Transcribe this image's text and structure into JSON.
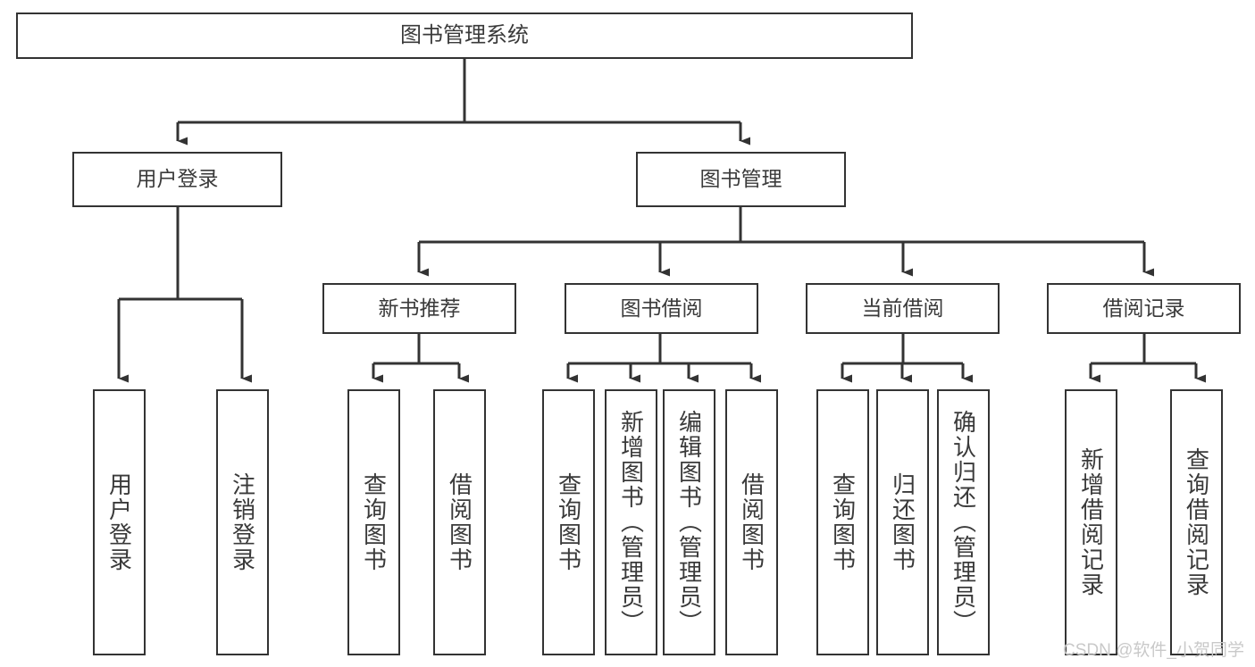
{
  "diagram": {
    "type": "tree-hierarchy-chart",
    "title": "图书管理系统",
    "line_color": "#333333",
    "box_fill": "#ffffff",
    "text_color": "#3a3a3a"
  },
  "nodes": {
    "root": {
      "label": "图书管理系统",
      "level": 1
    },
    "level2": [
      {
        "label": "用户登录"
      },
      {
        "label": "图书管理"
      }
    ],
    "level3": [
      {
        "label": "新书推荐"
      },
      {
        "label": "图书借阅"
      },
      {
        "label": "当前借阅"
      },
      {
        "label": "借阅记录"
      }
    ],
    "leaves": {
      "user_login": [
        {
          "label": "用户登录"
        },
        {
          "label": "注销登录"
        }
      ],
      "new_book_recommend": [
        {
          "label": "查询图书"
        },
        {
          "label": "借阅图书"
        }
      ],
      "book_borrow": [
        {
          "label": "查询图书"
        },
        {
          "label": "新增图书（管理员）"
        },
        {
          "label": "编辑图书（管理员）"
        },
        {
          "label": "借阅图书"
        }
      ],
      "current_borrow": [
        {
          "label": "查询图书"
        },
        {
          "label": "归还图书"
        },
        {
          "label": "确认归还（管理员）"
        }
      ],
      "borrow_record": [
        {
          "label": "新增借阅记录"
        },
        {
          "label": "查询借阅记录"
        }
      ]
    }
  },
  "watermark": {
    "text": "CSDN @软件_小贺同学"
  }
}
